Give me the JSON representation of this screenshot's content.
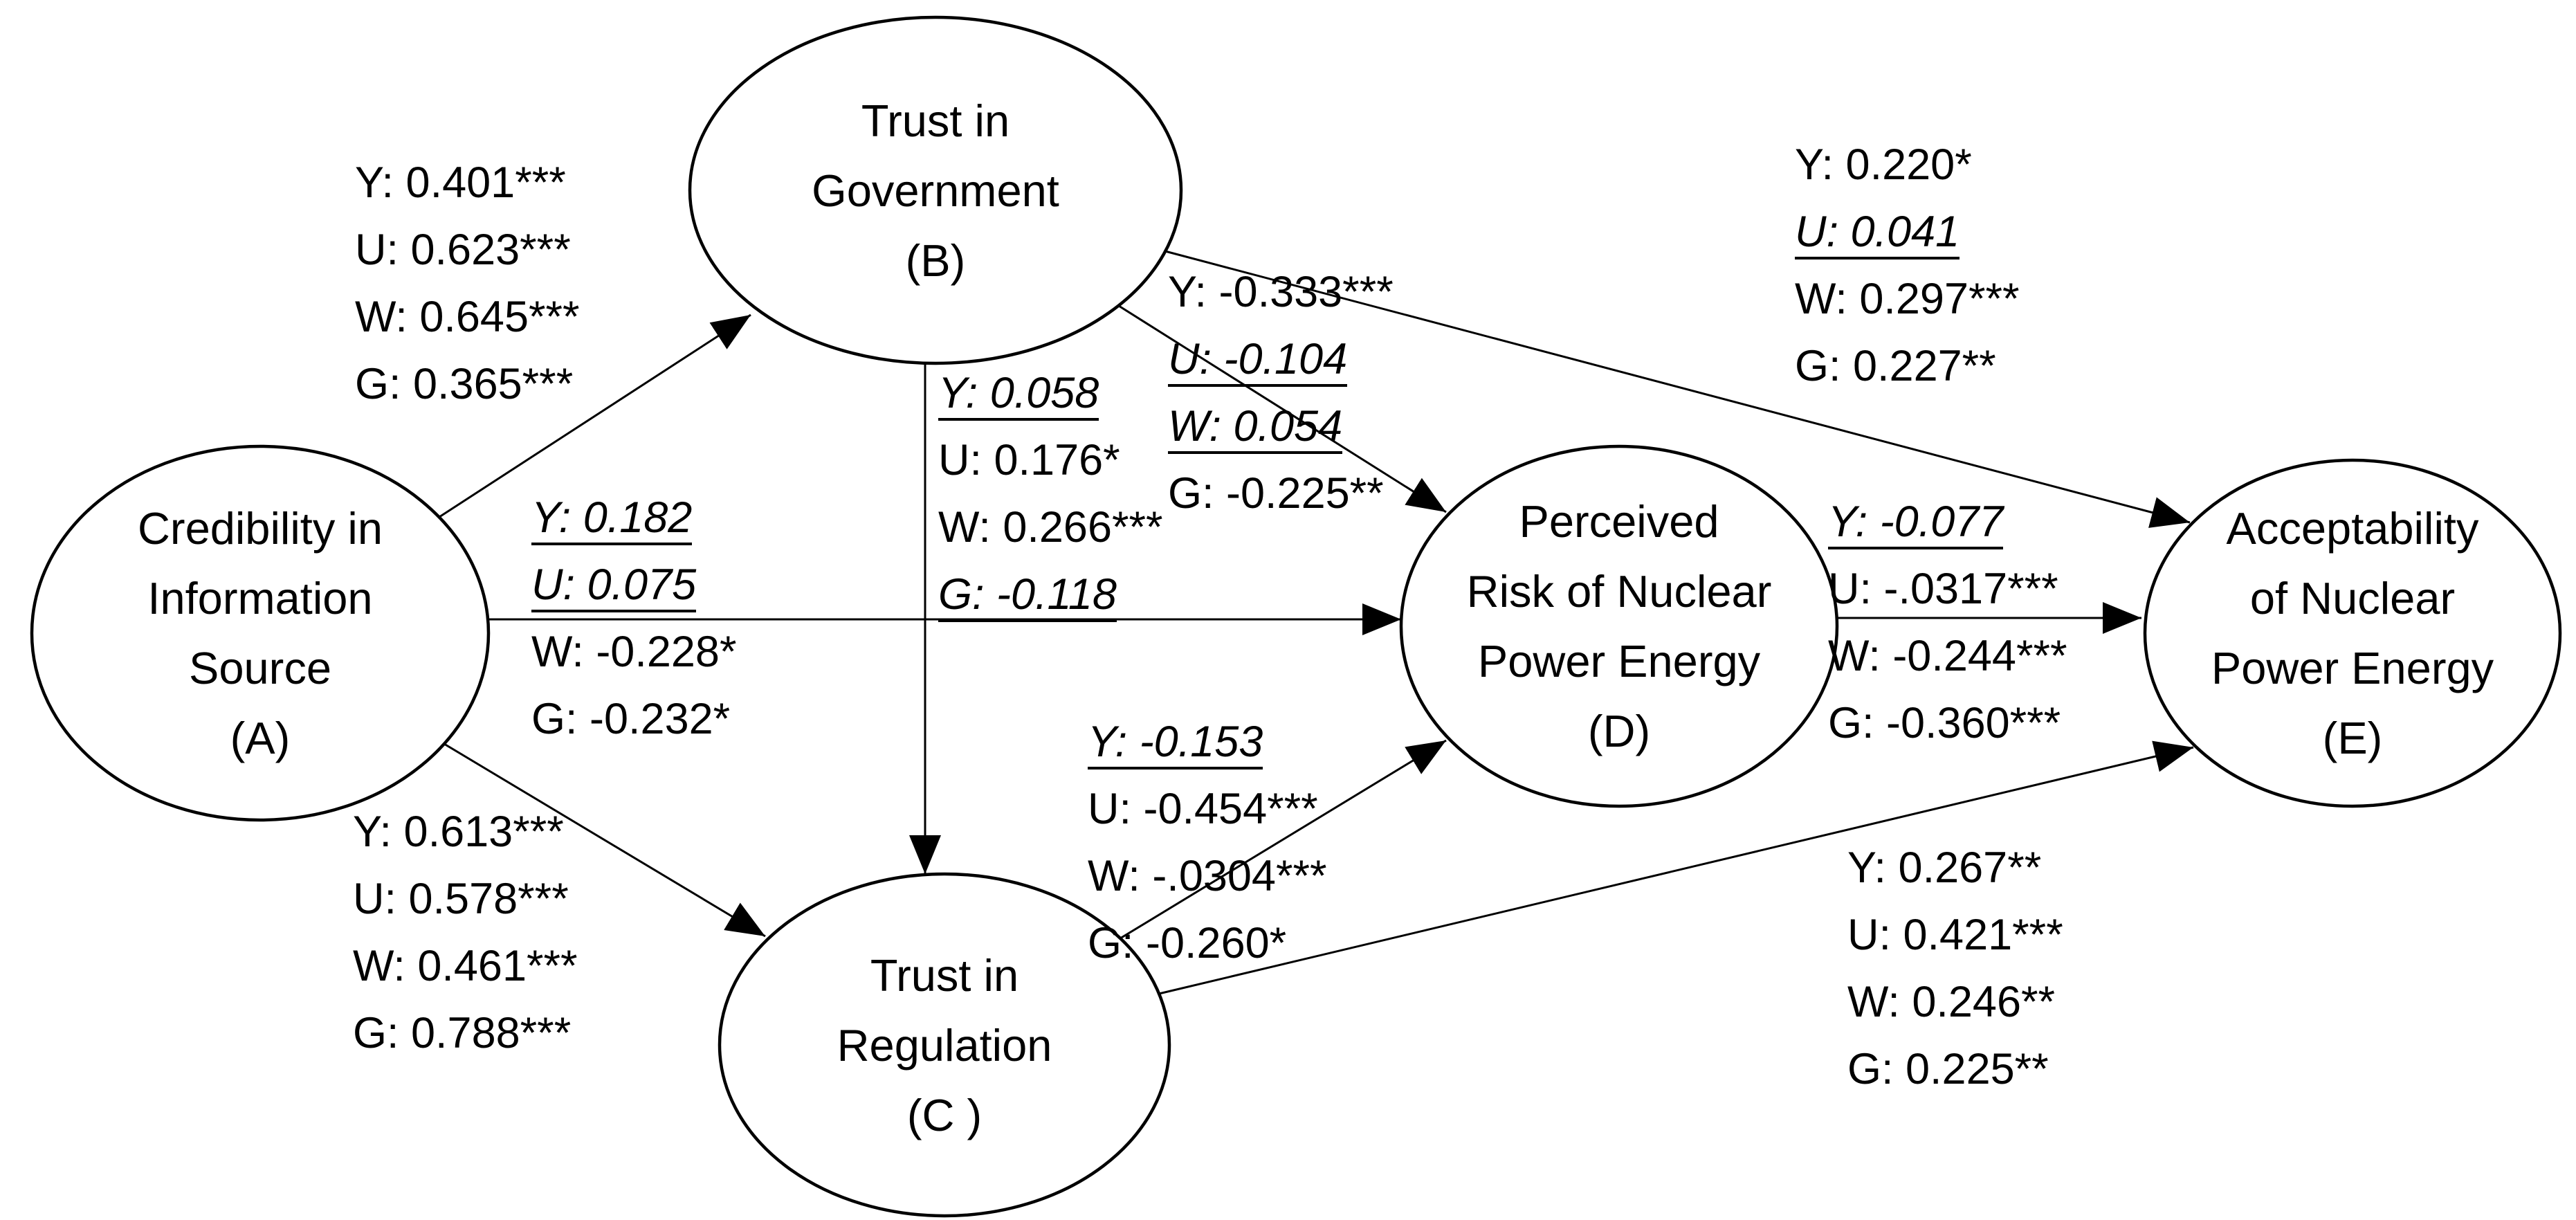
{
  "diagram": {
    "type": "structural-path-model",
    "colors": {
      "ink": "#000000",
      "background": "#ffffff"
    },
    "group_prefixes": [
      "Y",
      "U",
      "W",
      "G"
    ]
  },
  "nodes": {
    "a": {
      "id": "A",
      "lines": [
        "Credibility in",
        "Information",
        "Source",
        "(A)"
      ]
    },
    "b": {
      "id": "B",
      "lines": [
        "Trust in",
        "Government",
        "(B)"
      ]
    },
    "c": {
      "id": "C",
      "lines": [
        "Trust in",
        "Regulation",
        "(C )"
      ]
    },
    "d": {
      "id": "D",
      "lines": [
        "Perceived",
        "Risk of Nuclear",
        "Power Energy",
        "(D)"
      ]
    },
    "e": {
      "id": "E",
      "lines": [
        "Acceptability",
        "of Nuclear",
        "Power Energy",
        "(E)"
      ]
    }
  },
  "edges": {
    "a_to_b": {
      "source": "A",
      "target": "B",
      "lines": [
        {
          "text": "Y: 0.401***",
          "underlined": false
        },
        {
          "text": "U: 0.623***",
          "underlined": false
        },
        {
          "text": "W: 0.645***",
          "underlined": false
        },
        {
          "text": "G: 0.365***",
          "underlined": false
        }
      ]
    },
    "a_to_d": {
      "source": "A",
      "target": "D",
      "lines": [
        {
          "text": "Y: 0.182",
          "underlined": true
        },
        {
          "text": "U: 0.075",
          "underlined": true
        },
        {
          "text": "W: -0.228*",
          "underlined": false
        },
        {
          "text": "G: -0.232*",
          "underlined": false
        }
      ]
    },
    "a_to_c": {
      "source": "A",
      "target": "C",
      "lines": [
        {
          "text": "Y: 0.613***",
          "underlined": false
        },
        {
          "text": "U: 0.578***",
          "underlined": false
        },
        {
          "text": "W: 0.461***",
          "underlined": false
        },
        {
          "text": "G: 0.788***",
          "underlined": false
        }
      ]
    },
    "b_to_c": {
      "source": "B",
      "target": "C",
      "lines": [
        {
          "text": "Y: 0.058",
          "underlined": true
        },
        {
          "text": "U: 0.176*",
          "underlined": false
        },
        {
          "text": "W: 0.266***",
          "underlined": false
        },
        {
          "text": "G: -0.118",
          "underlined": true
        }
      ]
    },
    "b_to_d": {
      "source": "B",
      "target": "D",
      "lines": [
        {
          "text": "Y: -0.333***",
          "underlined": false
        },
        {
          "text": "U: -0.104",
          "underlined": true
        },
        {
          "text": "W: 0.054",
          "underlined": true
        },
        {
          "text": "G: -0.225**",
          "underlined": false
        }
      ]
    },
    "b_to_e": {
      "source": "B",
      "target": "E",
      "lines": [
        {
          "text": "Y: 0.220*",
          "underlined": false
        },
        {
          "text": "U: 0.041",
          "underlined": true
        },
        {
          "text": "W: 0.297***",
          "underlined": false
        },
        {
          "text": "G: 0.227**",
          "underlined": false
        }
      ]
    },
    "c_to_d": {
      "source": "C",
      "target": "D",
      "lines": [
        {
          "text": "Y: -0.153",
          "underlined": true
        },
        {
          "text": "U: -0.454***",
          "underlined": false
        },
        {
          "text": "W: -.0304***",
          "underlined": false
        },
        {
          "text": "G: -0.260*",
          "underlined": false
        }
      ]
    },
    "c_to_e": {
      "source": "C",
      "target": "E",
      "lines": [
        {
          "text": "Y: 0.267**",
          "underlined": false
        },
        {
          "text": "U: 0.421***",
          "underlined": false
        },
        {
          "text": "W: 0.246**",
          "underlined": false
        },
        {
          "text": "G: 0.225**",
          "underlined": false
        }
      ]
    },
    "d_to_e": {
      "source": "D",
      "target": "E",
      "lines": [
        {
          "text": "Y: -0.077",
          "underlined": true
        },
        {
          "text": "U: -.0317***",
          "underlined": false
        },
        {
          "text": "W: -0.244***",
          "underlined": false
        },
        {
          "text": "G: -0.360***",
          "underlined": false
        }
      ]
    }
  }
}
